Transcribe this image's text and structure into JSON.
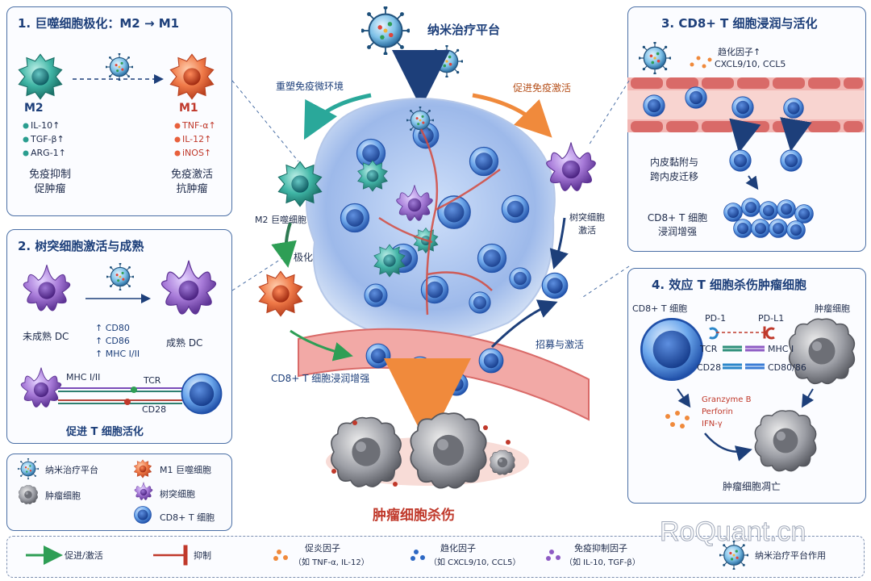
{
  "center": {
    "platform_title": "纳米治疗平台",
    "arrow_left_label": "重塑免疫微环境",
    "arrow_right_label": "促进免疫激活",
    "m2_label": "M2 巨噬细胞",
    "polarize_label": "极化",
    "dc_label": "树突细胞\n激活",
    "recruit_label": "招募与激活",
    "cd8_infiltrate_label": "CD8+ T 细胞浸润增强",
    "kill_label": "肿瘤细胞杀伤"
  },
  "panel1": {
    "title": "1. 巨噬细胞极化：M2 → M1",
    "m2": {
      "name": "M2",
      "markers": [
        "IL-10↑",
        "TGF-β↑",
        "ARG-1↑"
      ],
      "effect": "免疫抑制\n促肿瘤"
    },
    "m1": {
      "name": "M1",
      "markers": [
        "TNF-α↑",
        "IL-12↑",
        "iNOS↑"
      ],
      "effect": "免疫激活\n抗肿瘤"
    }
  },
  "panel2": {
    "title": "2. 树突细胞激活与成熟",
    "immature": "未成熟 DC",
    "mature": "成熟 DC",
    "markers": [
      "↑ CD80",
      "↑ CD86",
      "↑ MHC I/II"
    ],
    "mhc": "MHC I/II",
    "tcr": "TCR",
    "cd28": "CD28",
    "footer": "促进 T 细胞活化"
  },
  "panel3": {
    "title": "3. CD8+ T 细胞浸润与活化",
    "chemokine_title": "趋化因子↑",
    "chemokine_list": "CXCL9/10, CCL5",
    "migration": "内皮黏附与\n跨内皮迁移",
    "infiltration": "CD8+ T 细胞\n浸润增强"
  },
  "panel4": {
    "title": "4. 效应 T 细胞杀伤肿瘤细胞",
    "tcell": "CD8+ T 细胞",
    "tumor": "肿瘤细胞",
    "pd1": "PD-1",
    "pdl1": "PD-L1",
    "tcr": "TCR",
    "mhc": "MHC I",
    "cd28": "CD28",
    "cd80": "CD80/86",
    "effectors": [
      "Granzyme B",
      "Perforin",
      "IFN-γ"
    ],
    "death": "肿瘤细胞凋亡"
  },
  "legend_box": {
    "items": [
      "纳米治疗平台",
      "肿瘤细胞",
      "M1 巨噬细胞",
      "树突细胞",
      "CD8+ T 细胞"
    ]
  },
  "bottom_legend": {
    "promote": "促进/激活",
    "inhibit": "抑制",
    "proinflam": "促炎因子",
    "proinflam_eg": "（如 TNF-α, IL-12）",
    "chemokine": "趋化因子",
    "chemokine_eg": "（如 CXCL9/10, CCL5）",
    "suppress": "免疫抑制因子",
    "suppress_eg": "（如 IL-10, TGF-β）",
    "nano_action": "纳米治疗平台作用"
  },
  "watermark": "RoQuant.cn",
  "colors": {
    "panel_border": "#4a6fa5",
    "m2_teal": "#2a9d8f",
    "m1_orange": "#e8603c",
    "dc_purple": "#8e5bc4",
    "tcell_blue": "#3a7bd5",
    "tumor_gray": "#8a8d94",
    "promote_green": "#2e9e55",
    "inhibit_red": "#c0392b"
  }
}
